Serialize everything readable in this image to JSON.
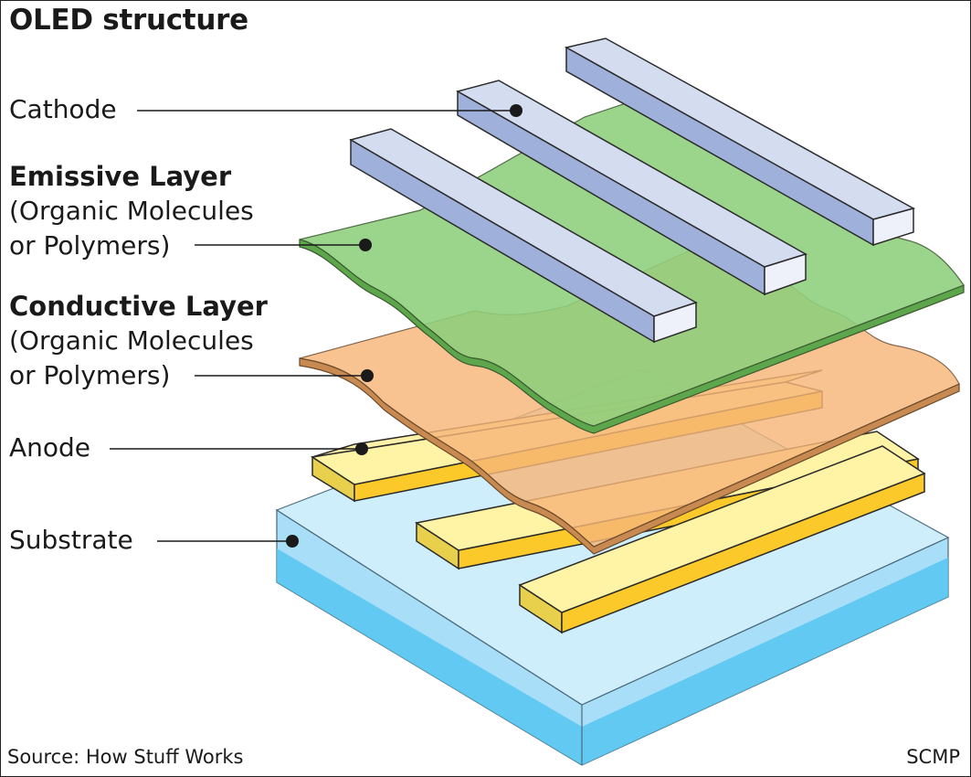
{
  "title": "OLED structure",
  "labels": {
    "cathode": "Cathode",
    "emissive": {
      "name": "Emissive Layer",
      "line1": "(Organic Molecules",
      "line2": "or Polymers)"
    },
    "conductive": {
      "name": "Conductive Layer",
      "line1": "(Organic Molecules",
      "line2": "or Polymers)"
    },
    "anode": "Anode",
    "substrate": "Substrate"
  },
  "footer": {
    "source": "Source: How Stuff Works",
    "credit": "SCMP"
  },
  "colors": {
    "cathode": "#c9d3ec",
    "emissive": "#8fd07e",
    "conductive": "#f6b97a",
    "anode": "#fcd23c",
    "substrate": "#6dcaf3"
  }
}
